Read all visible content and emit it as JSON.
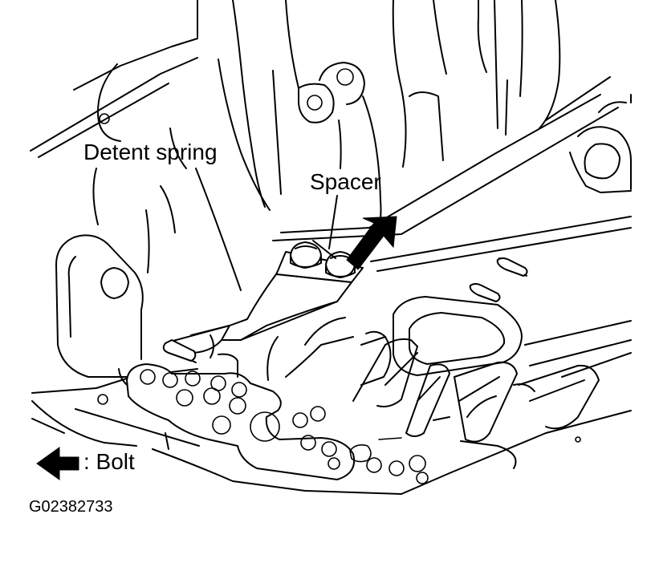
{
  "labels": {
    "detent_spring": "Detent spring",
    "spacer": "Spacer",
    "bolt_legend": ": Bolt",
    "figure_code": "G02382733"
  },
  "colors": {
    "line": "#000000",
    "background": "#ffffff"
  },
  "icons": {
    "bolt_arrow": "left-arrow-solid",
    "indicator_arrow": "down-left-arrow-solid"
  }
}
